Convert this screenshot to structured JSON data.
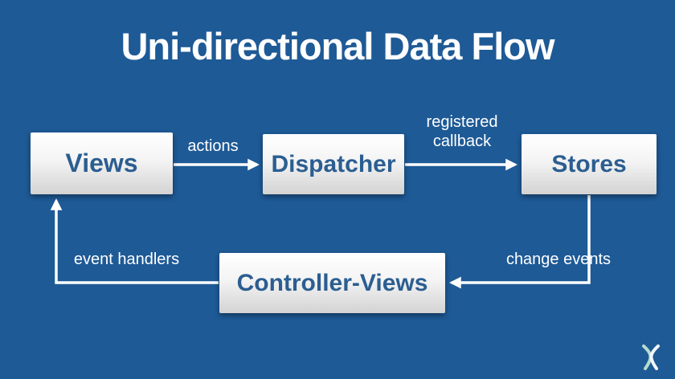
{
  "title": "Uni-directional Data Flow",
  "nodes": {
    "views": "Views",
    "dispatcher": "Dispatcher",
    "stores": "Stores",
    "controller_views": "Controller-Views"
  },
  "edges": {
    "actions": "actions",
    "registered_callback": "registered callback",
    "change_events": "change events",
    "event_handlers": "event handlers"
  },
  "colors": {
    "background": "#1e5a96",
    "box_text": "#2b5e91",
    "box_fill_top": "#ffffff",
    "box_fill_bottom": "#d3d3d3",
    "arrow": "#ffffff",
    "label_text": "#ffffff"
  },
  "icons": {
    "brand": "egghead-logo"
  },
  "chart_data": {
    "type": "diagram",
    "flow": [
      {
        "from": "Views",
        "to": "Dispatcher",
        "label": "actions"
      },
      {
        "from": "Dispatcher",
        "to": "Stores",
        "label": "registered callback"
      },
      {
        "from": "Stores",
        "to": "Controller-Views",
        "label": "change events"
      },
      {
        "from": "Controller-Views",
        "to": "Views",
        "label": "event handlers"
      }
    ]
  }
}
